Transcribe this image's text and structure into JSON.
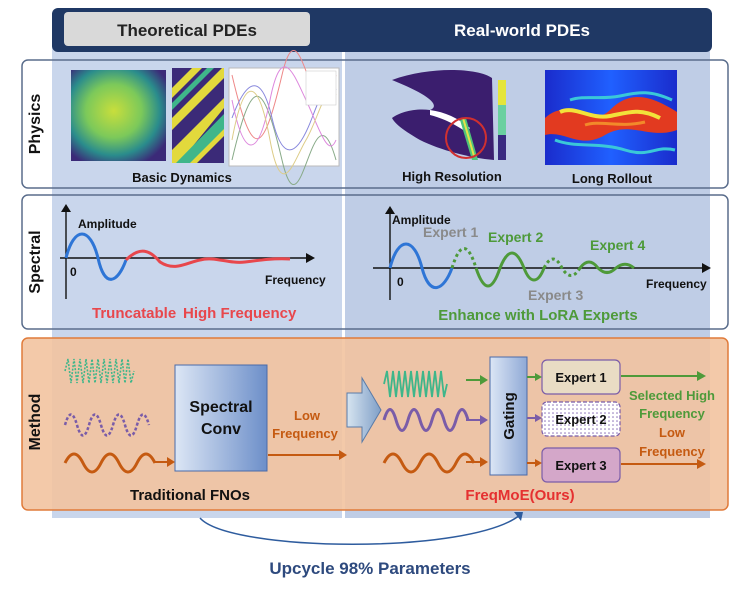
{
  "header": {
    "left_title": "Theoretical PDEs",
    "right_title": "Real-world PDEs"
  },
  "rows": {
    "physics": "Physics",
    "spectral": "Spectral",
    "method": "Method"
  },
  "physics": {
    "basic_dynamics": "Basic Dynamics",
    "high_resolution": "High Resolution",
    "long_rollout": "Long Rollout"
  },
  "spectral_left": {
    "y_axis": "Amplitude",
    "x_axis": "Frequency",
    "origin": "0",
    "truncatable": "Truncatable",
    "high_frequency": "High Frequency"
  },
  "spectral_right": {
    "y_axis": "Amplitude",
    "x_axis": "Frequency",
    "origin": "0",
    "expert1": "Expert 1",
    "expert2": "Expert 2",
    "expert3": "Expert 3",
    "expert4": "Expert 4",
    "caption": "Enhance with LoRA Experts"
  },
  "method": {
    "spectral_conv_line1": "Spectral",
    "spectral_conv_line2": "Conv",
    "low_line1": "Low",
    "low_line2": "Frequency",
    "traditional": "Traditional FNOs",
    "gating": "Gating",
    "expert1": "Expert 1",
    "expert2": "Expert 2",
    "expert3": "Expert 3",
    "selected_line1": "Selected High",
    "selected_line2": "Frequency",
    "low2_line1": "Low",
    "low2_line2": "Frequency",
    "freqmoe": "FreqMoE(Ours)"
  },
  "footer": "Upcycle 98% Parameters",
  "colors": {
    "navy": "#1f3864",
    "gray": "#d9d9d9",
    "blue_wave": "#2e75d6",
    "red": "#e8474c",
    "green": "#4e9a3a",
    "orange": "#c55a11",
    "purple": "#7a5ca8",
    "teal": "#3fb68a",
    "method_bg": "#f4c9a8"
  }
}
